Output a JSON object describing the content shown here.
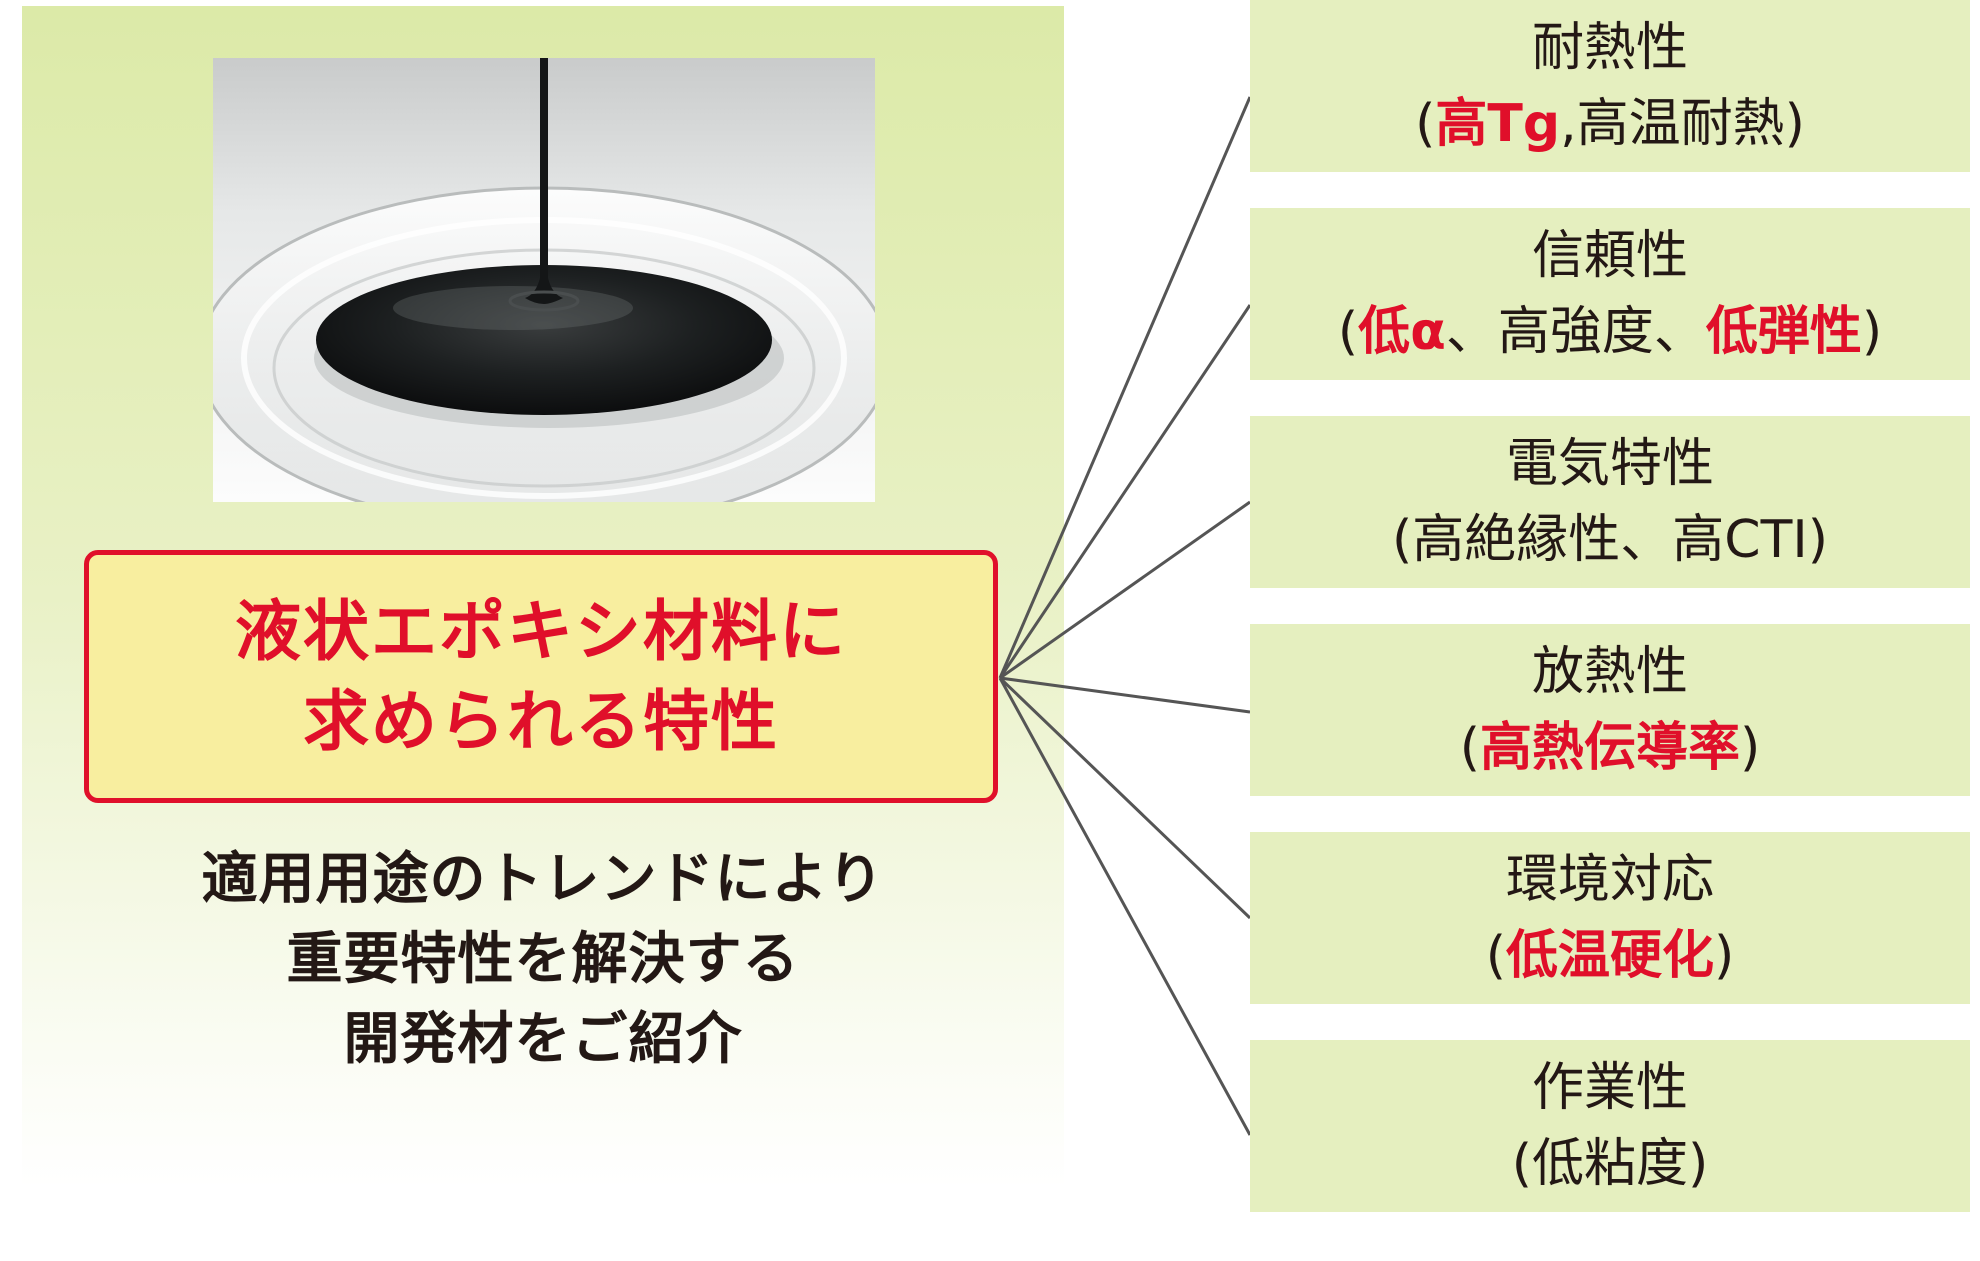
{
  "main": {
    "title_lines": [
      "液状エポキシ材料に",
      "求められる特性"
    ],
    "subtitle_lines": [
      "適用用途のトレンドにより",
      "重要特性を解決する",
      "開発材をご紹介"
    ]
  },
  "properties": [
    {
      "name": "耐熱性",
      "detail": [
        {
          "text": "("
        },
        {
          "text": "高Tg",
          "hl": true
        },
        {
          "text": ",高温耐熱)"
        }
      ]
    },
    {
      "name": "信頼性",
      "detail": [
        {
          "text": "("
        },
        {
          "text": "低α",
          "hl": true
        },
        {
          "text": "、高強度、"
        },
        {
          "text": "低弾性",
          "hl": true
        },
        {
          "text": ")"
        }
      ]
    },
    {
      "name": "電気特性",
      "detail": [
        {
          "text": "(高絶縁性、高CTI)"
        }
      ]
    },
    {
      "name": "放熱性",
      "detail": [
        {
          "text": "("
        },
        {
          "text": "高熱伝導率",
          "hl": true
        },
        {
          "text": ")"
        }
      ]
    },
    {
      "name": "環境対応",
      "detail": [
        {
          "text": "("
        },
        {
          "text": "低温硬化",
          "hl": true
        },
        {
          "text": ")"
        }
      ]
    },
    {
      "name": "作業性",
      "detail": [
        {
          "text": "(低粘度)"
        }
      ]
    }
  ],
  "colors": {
    "highlight": "#e00f2a",
    "title_box_fill": "#f8ee9f",
    "property_box_fill": "#e5efbf",
    "text": "#231815",
    "connector": "#555555"
  }
}
